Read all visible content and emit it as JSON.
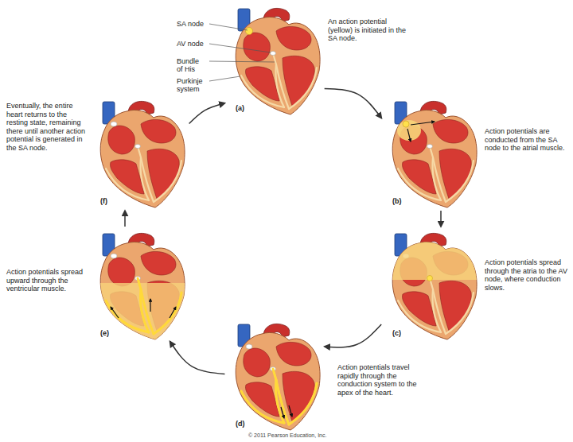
{
  "diagram": {
    "nodes": [
      {
        "text": [
          "(a)",
          "An action potential (yellow) is initiated in the SA node."
        ]
      },
      {
        "text": [
          "(b)",
          "Action potentials are conducted from the SA node to the atrial muscle."
        ]
      },
      {
        "text": [
          "(c)",
          "Action potentials spread through the atria to the AV node, where conduction slows."
        ]
      },
      {
        "text": [
          "(d)",
          "Action potentials travel rapidly through the conduction system to the apex of the heart."
        ]
      },
      {
        "text": [
          "(e)",
          "Action potentials spread upward through the ventricular muscle."
        ]
      },
      {
        "text": [
          "(f)",
          "Eventually, the entire heart returns to the resting state, remaining there until another action potential is generated in the SA node."
        ]
      }
    ],
    "edges": [
      {
        "from": 0,
        "to": 1,
        "arrow": "to"
      },
      {
        "from": 1,
        "to": 2,
        "arrow": "to"
      },
      {
        "from": 2,
        "to": 3,
        "arrow": "to"
      },
      {
        "from": 3,
        "to": 4,
        "arrow": "to"
      },
      {
        "from": 4,
        "to": 5,
        "arrow": "to"
      },
      {
        "from": 5,
        "to": 0,
        "arrow": "to"
      }
    ],
    "labels": [
      "SA node",
      "AV node",
      "Bundle of His",
      "Purkinje system",
      "© 2011 Pearson Education, Inc."
    ]
  }
}
